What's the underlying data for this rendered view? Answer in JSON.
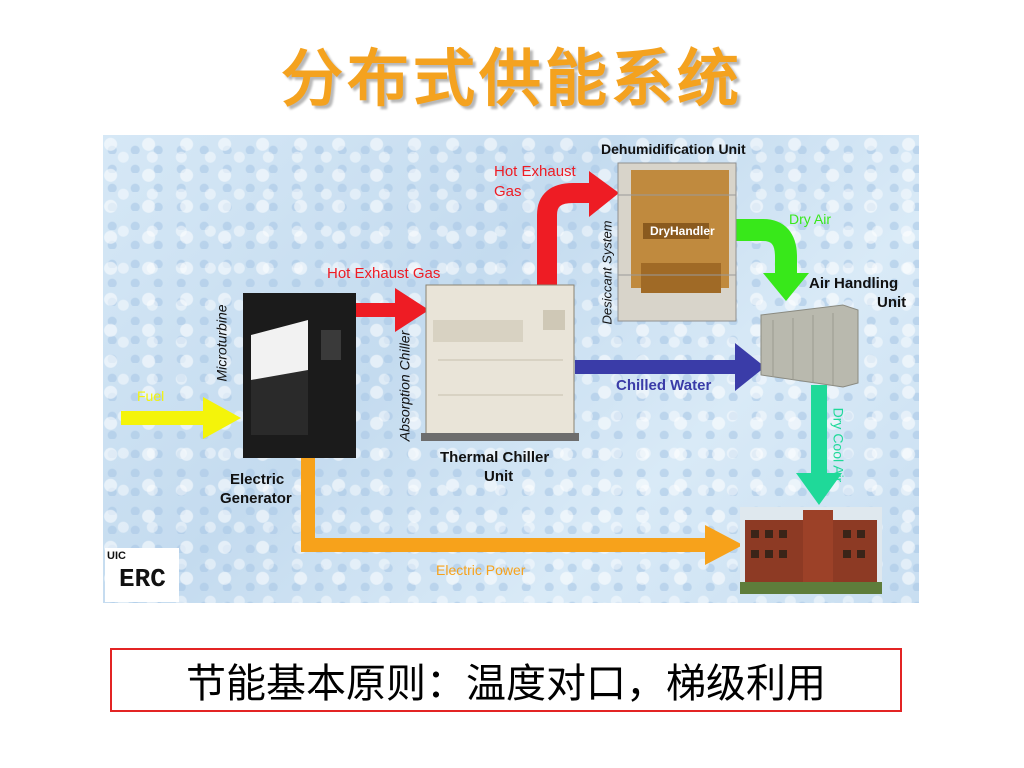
{
  "title": "分布式供能系统",
  "note": "节能基本原则：温度对口，梯级利用",
  "diagram": {
    "fuel": "Fuel",
    "microturbine": "Microturbine",
    "electric_generator_1": "Electric",
    "electric_generator_2": "Generator",
    "hot_exhaust_gas": "Hot Exhaust Gas",
    "absorption_chiller": "Absorption Chiller",
    "thermal_chiller_1": "Thermal Chiller",
    "thermal_chiller_2": "Unit",
    "hot_exhaust_gas2_1": "Hot Exhaust",
    "hot_exhaust_gas2_2": "Gas",
    "dehumidification_unit": "Dehumidification Unit",
    "desiccant_system": "Desiccant System",
    "dryhandler": "DryHandler",
    "dry_air": "Dry Air",
    "air_handling_1": "Air Handling",
    "air_handling_2": "Unit",
    "chilled_water": "Chilled Water",
    "dry_cool_air": "Dry Cool Air",
    "electric_power": "Electric Power",
    "logo_top": "UIC",
    "logo_main": "ERC"
  },
  "colors": {
    "fuel": "#f4f40a",
    "hot_gas": "#ee1c24",
    "dry_air": "#38e81a",
    "chilled_water": "#3a3ca8",
    "dry_cool_air": "#1fd999",
    "electric_power": "#f7a21b",
    "title": "#f4a21f"
  }
}
